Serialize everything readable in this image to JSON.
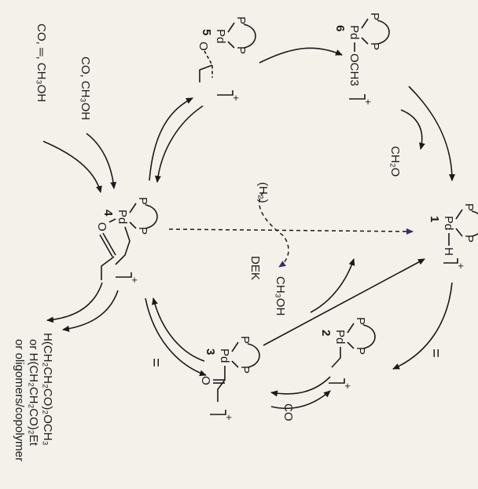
{
  "complexes": {
    "c1": {
      "number": "1",
      "metal": "Pd",
      "ligand": "P",
      "group": "H",
      "charge": "+"
    },
    "c2": {
      "number": "2",
      "metal": "Pd",
      "ligand": "P",
      "charge": "+"
    },
    "c3": {
      "number": "3",
      "metal": "Pd",
      "ligand": "P",
      "oxygen": "O",
      "charge": "+"
    },
    "c4": {
      "number": "4",
      "metal": "Pd",
      "ligand": "P",
      "oxygen": "O",
      "charge": "+"
    },
    "c5": {
      "number": "5",
      "metal": "Pd",
      "ligand": "P",
      "oxygen": "O",
      "charge": "+"
    },
    "c6": {
      "number": "6",
      "metal": "Pd",
      "ligand": "P",
      "group": "OCH3",
      "charge": "+"
    }
  },
  "reagents": {
    "co_ethylene_methanol": "CO, ═, CH₃OH",
    "co_methanol": "CO, CH₃OH",
    "ch2o": "CH₂O",
    "h2": "(H₂)",
    "dek": "DEK",
    "ch3oh": "CH₃OH",
    "co": "CO",
    "ethylene_1": "=",
    "ethylene_2": "="
  },
  "products": [
    "H(CH₂CH₂CO)₂OCH₃",
    "or  H(CH₂CH₂CO)₂Et",
    "or  oligomers/copolymer"
  ],
  "style": {
    "ink": "#1a1a1a",
    "paper": "#f3f1ea",
    "dash": "#3a2e6a"
  }
}
